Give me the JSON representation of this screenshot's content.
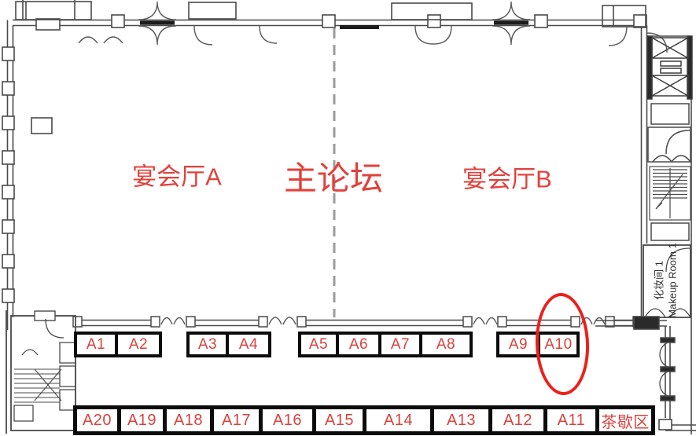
{
  "areas": {
    "hall_a": "宴会厅A",
    "main_forum": "主论坛",
    "hall_b": "宴会厅B"
  },
  "rooms": {
    "makeup_cn": "化妆间 1",
    "makeup_en": "Makeup Room 1"
  },
  "booths_row1": [
    "A1",
    "A2",
    "A3",
    "A4",
    "A5",
    "A6",
    "A7",
    "A8",
    "A9",
    "A10"
  ],
  "booths_row2": [
    "A20",
    "A19",
    "A18",
    "A17",
    "A16",
    "A15",
    "A14",
    "A13",
    "A12",
    "A11",
    "茶歇区"
  ],
  "highlight": {
    "booth": "A10",
    "shape": "ellipse"
  },
  "colors": {
    "booth_label_red": "#d8423d",
    "area_label_red": "#e0423c",
    "highlight_red": "#ec201a",
    "wall_gray": "#4a4a4a",
    "divider_gray": "#9b9b9b"
  }
}
